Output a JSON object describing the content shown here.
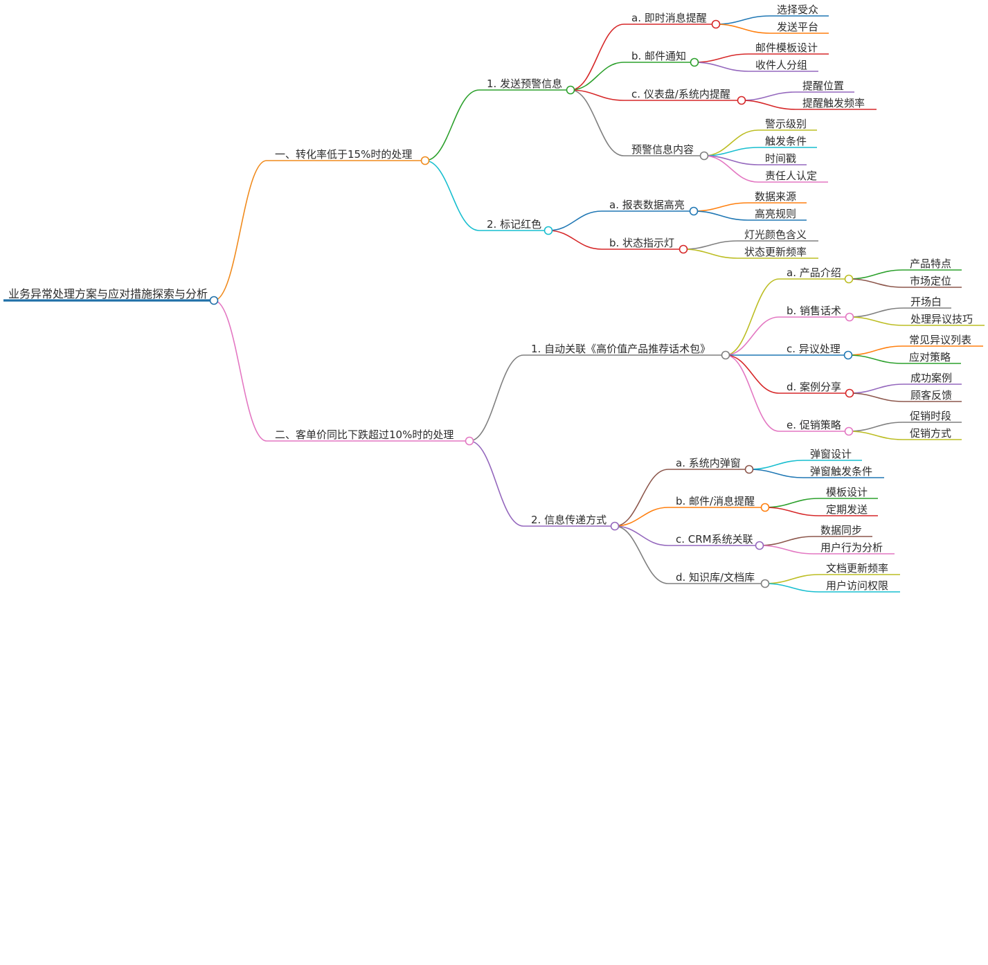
{
  "mindmap": {
    "root": {
      "label": "业务异常处理方案与应对措施探索与分析",
      "color": "#1f6fa8",
      "children": [
        {
          "label": "一、转化率低于15%时的处理",
          "color": "#f08a1c",
          "children": [
            {
              "label": "1. 发送预警信息",
              "color": "#2ca02c",
              "children": [
                {
                  "label": "a. 即时消息提醒",
                  "color": "#d62728",
                  "children": [
                    {
                      "label": "选择受众",
                      "color": "#1f77b4"
                    },
                    {
                      "label": "发送平台",
                      "color": "#ff7f0e"
                    }
                  ]
                },
                {
                  "label": "b. 邮件通知",
                  "color": "#2ca02c",
                  "children": [
                    {
                      "label": "邮件模板设计",
                      "color": "#d62728"
                    },
                    {
                      "label": "收件人分组",
                      "color": "#9467bd"
                    }
                  ]
                },
                {
                  "label": "c. 仪表盘/系统内提醒",
                  "color": "#d62728",
                  "children": [
                    {
                      "label": "提醒位置",
                      "color": "#9467bd"
                    },
                    {
                      "label": "提醒触发频率",
                      "color": "#d62728"
                    }
                  ]
                },
                {
                  "label": "预警信息内容",
                  "color": "#7f7f7f",
                  "children": [
                    {
                      "label": "警示级别",
                      "color": "#bcbd22"
                    },
                    {
                      "label": "触发条件",
                      "color": "#17becf"
                    },
                    {
                      "label": "时间戳",
                      "color": "#9467bd"
                    },
                    {
                      "label": "责任人认定",
                      "color": "#e377c2"
                    }
                  ]
                }
              ]
            },
            {
              "label": "2. 标记红色",
              "color": "#17becf",
              "children": [
                {
                  "label": "a. 报表数据高亮",
                  "color": "#1f77b4",
                  "children": [
                    {
                      "label": "数据来源",
                      "color": "#ff7f0e"
                    },
                    {
                      "label": "高亮规则",
                      "color": "#1f77b4"
                    }
                  ]
                },
                {
                  "label": "b. 状态指示灯",
                  "color": "#d62728",
                  "children": [
                    {
                      "label": "灯光颜色含义",
                      "color": "#7f7f7f"
                    },
                    {
                      "label": "状态更新频率",
                      "color": "#bcbd22"
                    }
                  ]
                }
              ]
            }
          ]
        },
        {
          "label": "二、客单价同比下跌超过10%时的处理",
          "color": "#e377c2",
          "children": [
            {
              "label": "1. 自动关联《高价值产品推荐话术包》",
              "color": "#7f7f7f",
              "children": [
                {
                  "label": "a. 产品介绍",
                  "color": "#bcbd22",
                  "children": [
                    {
                      "label": "产品特点",
                      "color": "#2ca02c"
                    },
                    {
                      "label": "市场定位",
                      "color": "#8c564b"
                    }
                  ]
                },
                {
                  "label": "b. 销售话术",
                  "color": "#e377c2",
                  "children": [
                    {
                      "label": "开场白",
                      "color": "#7f7f7f"
                    },
                    {
                      "label": "处理异议技巧",
                      "color": "#bcbd22"
                    }
                  ]
                },
                {
                  "label": "c. 异议处理",
                  "color": "#1f77b4",
                  "children": [
                    {
                      "label": "常见异议列表",
                      "color": "#ff7f0e"
                    },
                    {
                      "label": "应对策略",
                      "color": "#2ca02c"
                    }
                  ]
                },
                {
                  "label": "d. 案例分享",
                  "color": "#d62728",
                  "children": [
                    {
                      "label": "成功案例",
                      "color": "#9467bd"
                    },
                    {
                      "label": "顾客反馈",
                      "color": "#8c564b"
                    }
                  ]
                },
                {
                  "label": "e. 促销策略",
                  "color": "#e377c2",
                  "children": [
                    {
                      "label": "促销时段",
                      "color": "#7f7f7f"
                    },
                    {
                      "label": "促销方式",
                      "color": "#bcbd22"
                    }
                  ]
                }
              ]
            },
            {
              "label": "2. 信息传递方式",
              "color": "#9467bd",
              "children": [
                {
                  "label": "a. 系统内弹窗",
                  "color": "#8c564b",
                  "children": [
                    {
                      "label": "弹窗设计",
                      "color": "#17becf"
                    },
                    {
                      "label": "弹窗触发条件",
                      "color": "#1f77b4"
                    }
                  ]
                },
                {
                  "label": "b. 邮件/消息提醒",
                  "color": "#ff7f0e",
                  "children": [
                    {
                      "label": "模板设计",
                      "color": "#2ca02c"
                    },
                    {
                      "label": "定期发送",
                      "color": "#d62728"
                    }
                  ]
                },
                {
                  "label": "c. CRM系统关联",
                  "color": "#9467bd",
                  "children": [
                    {
                      "label": "数据同步",
                      "color": "#8c564b"
                    },
                    {
                      "label": "用户行为分析",
                      "color": "#e377c2"
                    }
                  ]
                },
                {
                  "label": "d. 知识库/文档库",
                  "color": "#7f7f7f",
                  "children": [
                    {
                      "label": "文档更新频率",
                      "color": "#bcbd22"
                    },
                    {
                      "label": "用户访问权限",
                      "color": "#17becf"
                    }
                  ]
                }
              ]
            }
          ]
        }
      ]
    }
  }
}
